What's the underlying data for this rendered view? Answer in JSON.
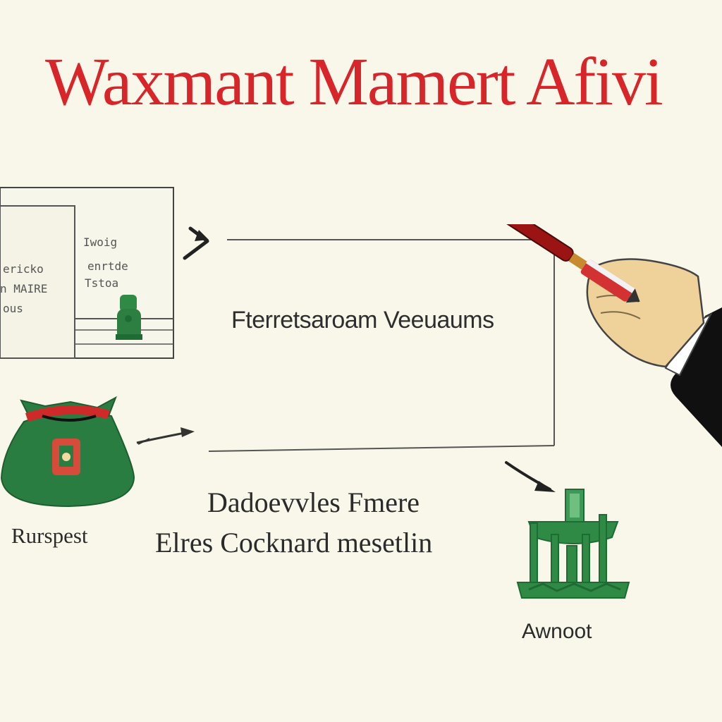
{
  "title": "Waxmant Mamert Afivi",
  "document": {
    "left_lines": [
      "ericko",
      "n MAIRE",
      "ous"
    ],
    "right_lines": [
      "Iwoig",
      "enrtde",
      "Tstoa"
    ]
  },
  "center_box": {
    "label": "Fterretsaroam Veeuaums"
  },
  "captions": {
    "line1": "Dadoevvles Fmere",
    "line2": "Elres  Cocknard mesetlin"
  },
  "money_bag": {
    "label": "Rurspest"
  },
  "scale": {
    "label": "Awnoot"
  },
  "colors": {
    "background": "#f8f7e9",
    "title_red": "#d8252a",
    "green": "#2f8a45",
    "dark_green": "#1e6b33",
    "pen_red": "#b01e1e",
    "skin": "#efd29a",
    "suit": "#101010"
  },
  "icons": [
    "document-icon",
    "money-bag-icon",
    "hand-with-pen-icon",
    "scale-icon",
    "arrow-icon"
  ]
}
